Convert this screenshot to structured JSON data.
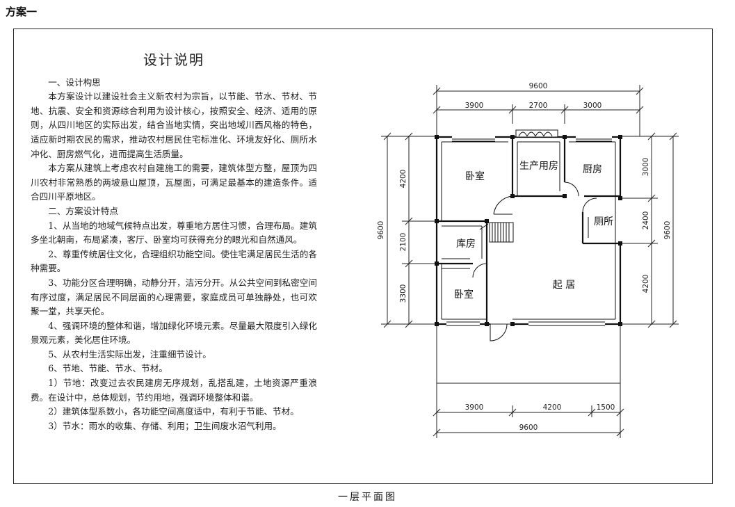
{
  "scheme_label": "方案一",
  "notes": {
    "title": "设计说明",
    "paragraphs": [
      "一、设计构思",
      "本方案设计以建设社会主义新农村为宗旨，以节能、节水、节材、节地、抗震、安全和资源综合利用为设计核心，按照安全、经济、适用的原则，从四川地区的实际出发，结合当地实情，突出地域川西风格的特色，适应新时期农民的需求，推动农村居民住宅标准化、环境友好化、厕所水冲化、厨房燃气化，进而提高生活质量。",
      "本方案从建筑上考虑农村自建施工的需要，建筑体型方整，屋顶为四川农村非常熟悉的两坡悬山屋顶，瓦屋面，可满足最基本的建造条件。适合四川平原地区。",
      "二、方案设计特点",
      "1、从当地的地域气候特点出发，尊重地方居住习惯，合理布局。建筑多坐北朝南，布局紧凑，客厅、卧室均可获得充分的眼光和自然通风。",
      "2、尊重传统居住文化，合理组织功能空间。使住宅满足居民生活的各种需要。",
      "3、功能分区合理明确，动静分开，洁污分开。从公共空间到私密空间有序过度，满足居民不同层面的心理需要，家庭成员可单独静处，也可欢聚一堂，共享天伦。",
      "4、强调环境的整体和谐，增加绿化环境元素。尽量最大限度引入绿化景观元素，美化居住环境。",
      "5、从农村生活实际出发，注重细节设计。",
      "6、节地、节能、节水、节材。",
      "1）节地：改变过去农民建房无序规划，乱搭乱建，土地资源严重浪费。在设计中，总体规划，节约用地，强调环境整体和谐。",
      "2）建筑体型系数小，各功能空间高度适中，有利于节能、节材。",
      "3）节水：雨水的收集、存储、利用；卫生间废水沼气利用。"
    ]
  },
  "plan": {
    "rooms": {
      "bedroom_top": "卧室",
      "production_room": "生产用房",
      "kitchen": "厨房",
      "toilet": "厕所",
      "storage": "库房",
      "bedroom_bottom": "卧室",
      "living": "起 居"
    },
    "dims": {
      "top_total": "9600",
      "top_a": "3900",
      "top_b": "2700",
      "top_c": "3000",
      "left_total": "9600",
      "left_a": "4200",
      "left_b": "2100",
      "left_c": "3300",
      "right_total": "9600",
      "right_a": "3000",
      "right_b": "2400",
      "right_c": "4200",
      "bottom_total": "9600",
      "bottom_a": "3900",
      "bottom_b": "4200",
      "bottom_c": "1500"
    }
  },
  "caption": "一层平面图"
}
